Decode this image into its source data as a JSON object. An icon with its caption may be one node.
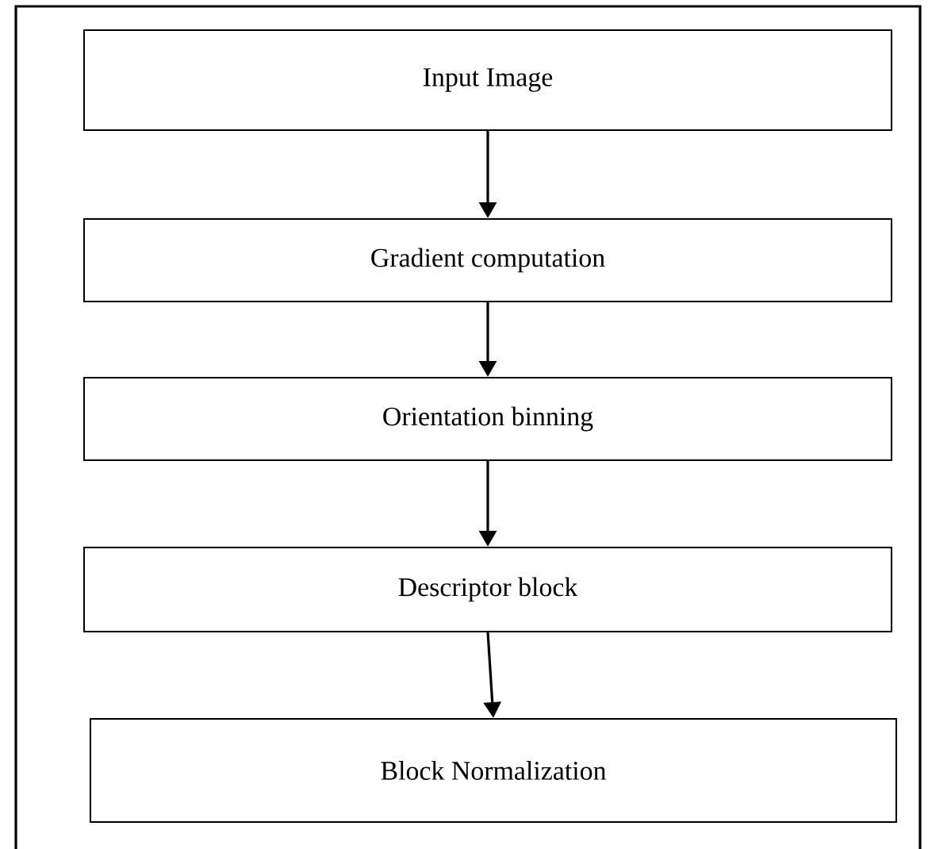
{
  "diagram": {
    "nodes": [
      {
        "text": [
          "Input Image"
        ]
      },
      {
        "text": [
          "Gradient computation"
        ]
      },
      {
        "text": [
          "Orientation binning"
        ]
      },
      {
        "text": [
          "Descriptor block"
        ]
      },
      {
        "text": [
          "Block Normalization"
        ]
      }
    ],
    "edges": [
      {
        "from": 0,
        "to": 1,
        "arrow": "to"
      },
      {
        "from": 1,
        "to": 2,
        "arrow": "to"
      },
      {
        "from": 2,
        "to": 3,
        "arrow": "to"
      },
      {
        "from": 3,
        "to": 4,
        "arrow": "to"
      }
    ]
  }
}
